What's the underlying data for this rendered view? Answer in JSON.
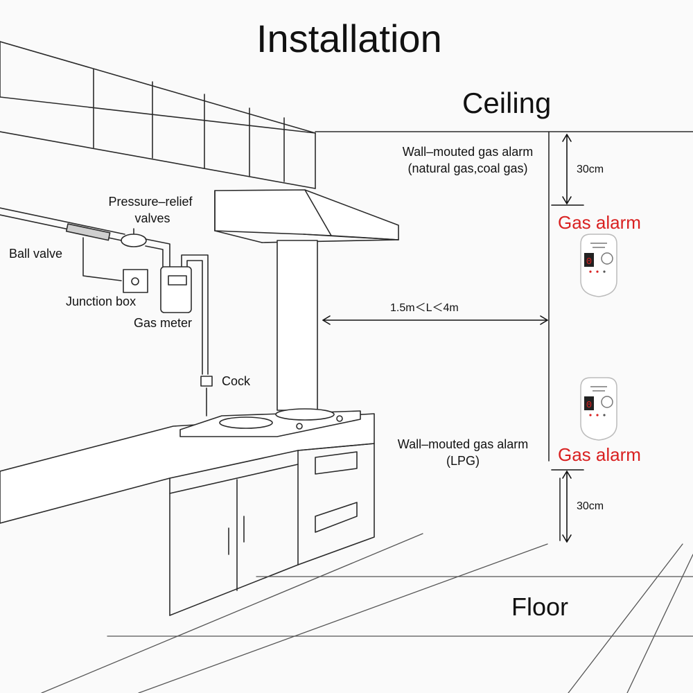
{
  "title": "Installation",
  "labels": {
    "ceiling": "Ceiling",
    "floor": "Floor",
    "pressure_relief": "Pressure–relief",
    "valves": "valves",
    "ball_valve": "Ball valve",
    "junction_box": "Junction box",
    "gas_meter": "Gas meter",
    "cock": "Cock",
    "distance": "1.5m＜L＜4m",
    "top_alarm_line1": "Wall–mouted gas alarm",
    "top_alarm_line2": "(natural gas,coal gas)",
    "bottom_alarm_line1": "Wall–mouted gas alarm",
    "bottom_alarm_line2": "(LPG)",
    "top_clearance": "30cm",
    "bottom_clearance": "30cm",
    "alarm_top": "Gas alarm",
    "alarm_bottom": "Gas alarm"
  },
  "device_display": "0",
  "colors": {
    "alarm_text": "#d92121",
    "line": "#2a2a2a",
    "device_body": "#ffffff",
    "device_display": "#d92121"
  }
}
